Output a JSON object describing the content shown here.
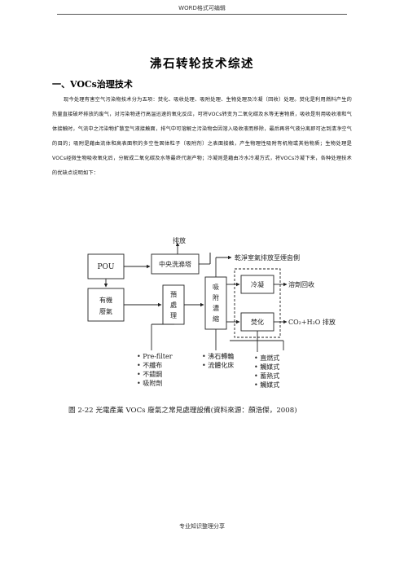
{
  "header": {
    "text": "WORD格式可编辑"
  },
  "document": {
    "title": "沸石转轮技术综述",
    "section1_heading": "一、VOCs治理技术",
    "paragraph": "现今处理有害空气污染物技术分为五项：焚化、吸收处理、吸附处理、生物处理及冷凝（回收）处理。焚化是利用燃料产生的热量直接破坏排放的废气，对污染物进行高温迅速的氧化反应，可将VOCs转变为二氧化碳及水等无害物质，吸收是利用吸收液和气体接触时，气流中之污染物扩散至气液接触面，排气中可溶解之污染物会因溶入吸收液而移除，最后再将气液分离即可达到清净空气的目的；吸附是藉由流体和高表面积的多空性固体粒子（吸附剂）之表面接触，产生物理性吸附有机物或其他物质；生物处理是VOCs经微生物吸收氧化后，分解成二氧化碳及水等最终代谢产物；冷凝则是藉由冷水冷凝方式，将VOCs冷凝下来，各种处理技术的优缺点说明如下："
  },
  "diagram": {
    "pou": "POU",
    "exhaust_top": "排放",
    "central_scrubber": "中央洗滌塔",
    "clean_room": "乾淨室氣排放至煙囪側",
    "organic_waste_gas": [
      "有機",
      "廢氣"
    ],
    "pretreatment": [
      "預",
      "處",
      "理"
    ],
    "adsorption_concentration": [
      "吸",
      "附",
      "濃",
      "縮"
    ],
    "condense": "冷凝",
    "solvent_recovery": "溶劑回收",
    "incineration": "焚化",
    "co2_output": "CO₂+H₂O 排放",
    "pre_filter_options": [
      "• Pre-filter",
      "• 不纖布",
      "• 不鏽鋼",
      "• 吸附劑"
    ],
    "adsorption_options": [
      "• 沸石轉輪",
      "• 流體化床"
    ],
    "incineration_options": [
      "• 直燃式",
      "• 觸媒式",
      "• 蓄熱式",
      "• 觸媒式"
    ]
  },
  "caption": "圖 2-22  光電產業 VOCs 廢氣之常見處理設備(資料來源：顏浩傑，2008)",
  "footer": {
    "text": "专业知识整理分享"
  }
}
